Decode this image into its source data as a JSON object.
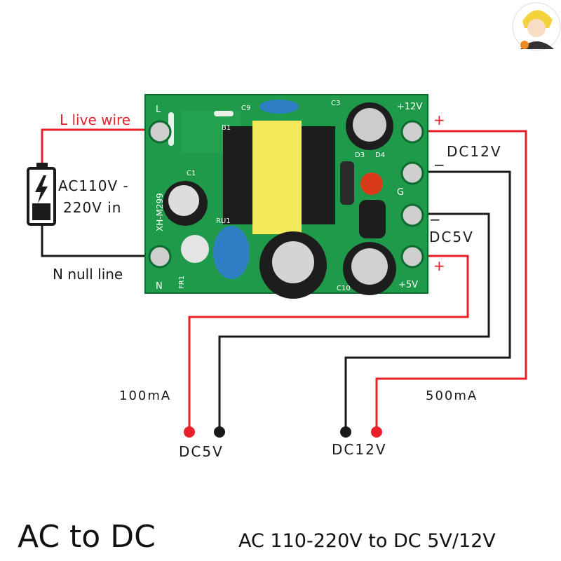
{
  "colors": {
    "wire_red": "#e8202a",
    "wire_black": "#1a1a1a",
    "pcb": "#1f9a4a",
    "transformer": "#f3ea5c",
    "capacitor_blue": "#2f7fc4"
  },
  "labels": {
    "live_wire": "L live wire",
    "ac_input_line1": "AC110V -",
    "ac_input_line2": "220V in",
    "null_line": "N null line",
    "plus_12": "+",
    "dc12v_side": "DC12V",
    "minus_12": "−",
    "minus_5": "−",
    "dc5v_side": "DC5V",
    "plus_5": "+",
    "current_5v": "100mA",
    "current_12v": "500mA",
    "dc5v_bottom": "DC5V",
    "dc12v_bottom": "DC12V"
  },
  "board": {
    "model": "XH-M299",
    "pins": {
      "l": "L",
      "n": "N",
      "p12": "+12V",
      "g": "G",
      "p5": "+5V"
    },
    "parts": [
      "C9",
      "C3",
      "B1",
      "D3",
      "D4",
      "C1",
      "RU1",
      "FR1",
      "C10"
    ]
  },
  "footer": {
    "title": "AC to DC",
    "subtitle": "AC 110-220V to DC 5V/12V"
  },
  "icons": {
    "battery": "battery-charging-icon",
    "logo": "cartoon-mascot-logo"
  }
}
